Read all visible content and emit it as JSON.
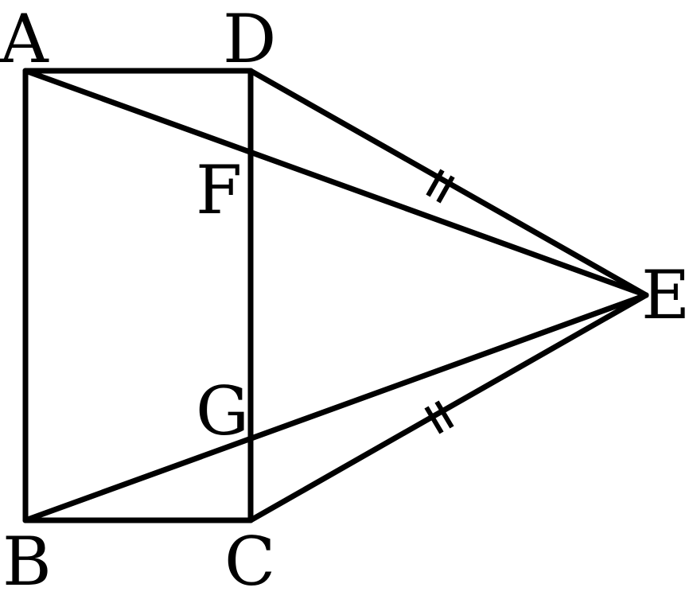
{
  "diagram": {
    "points": {
      "A": {
        "label": "A"
      },
      "B": {
        "label": "B"
      },
      "C": {
        "label": "C"
      },
      "D": {
        "label": "D"
      },
      "E": {
        "label": "E"
      },
      "F": {
        "label": "F"
      },
      "G": {
        "label": "G"
      }
    },
    "segments": [
      "AD",
      "AB",
      "BC",
      "DC",
      "DE",
      "CE",
      "AE",
      "BE"
    ],
    "equal_marks": {
      "segments": [
        "DE",
        "CE"
      ],
      "style": "double-tick"
    },
    "colors": {
      "stroke": "#000000",
      "background": "#ffffff"
    }
  }
}
